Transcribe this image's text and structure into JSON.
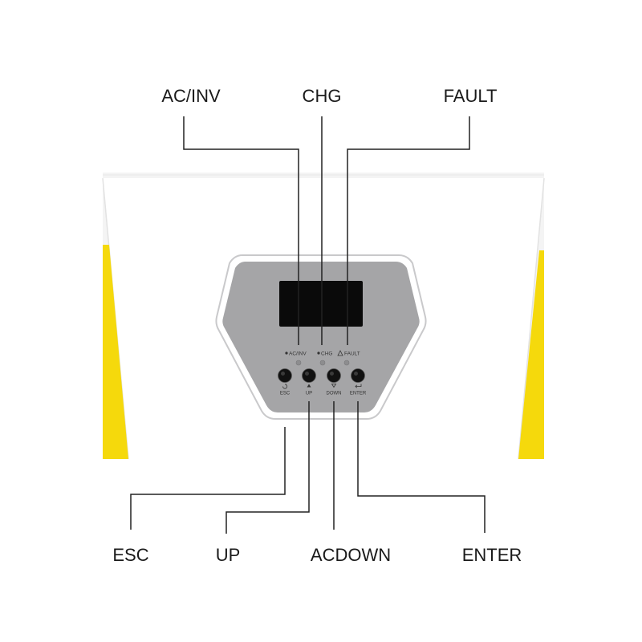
{
  "callouts": {
    "top": {
      "ac_inv": "AC/INV",
      "chg": "CHG",
      "fault": "FAULT"
    },
    "bottom": {
      "esc": "ESC",
      "up": "UP",
      "down": "ACDOWN",
      "enter": "ENTER"
    }
  },
  "panel": {
    "indicators": {
      "ac_inv": "AC/INV",
      "chg": "CHG",
      "fault": "FAULT"
    },
    "buttons": {
      "esc": "ESC",
      "up": "UP",
      "down": "DOWN",
      "enter": "ENTER"
    }
  },
  "icons": {
    "ac_inv": "dot-icon",
    "chg": "dot-icon",
    "fault": "warning-triangle-icon",
    "esc": "back-arrow-icon",
    "up": "triangle-up-icon",
    "down": "triangle-down-icon",
    "enter": "enter-return-icon"
  },
  "colors": {
    "housing": "#f4f4f4",
    "accent_yellow": "#f5d90c",
    "panel_gray": "#a5a5a7",
    "screen": "#0a0a0a",
    "button": "#111111",
    "lines": "#222222"
  }
}
